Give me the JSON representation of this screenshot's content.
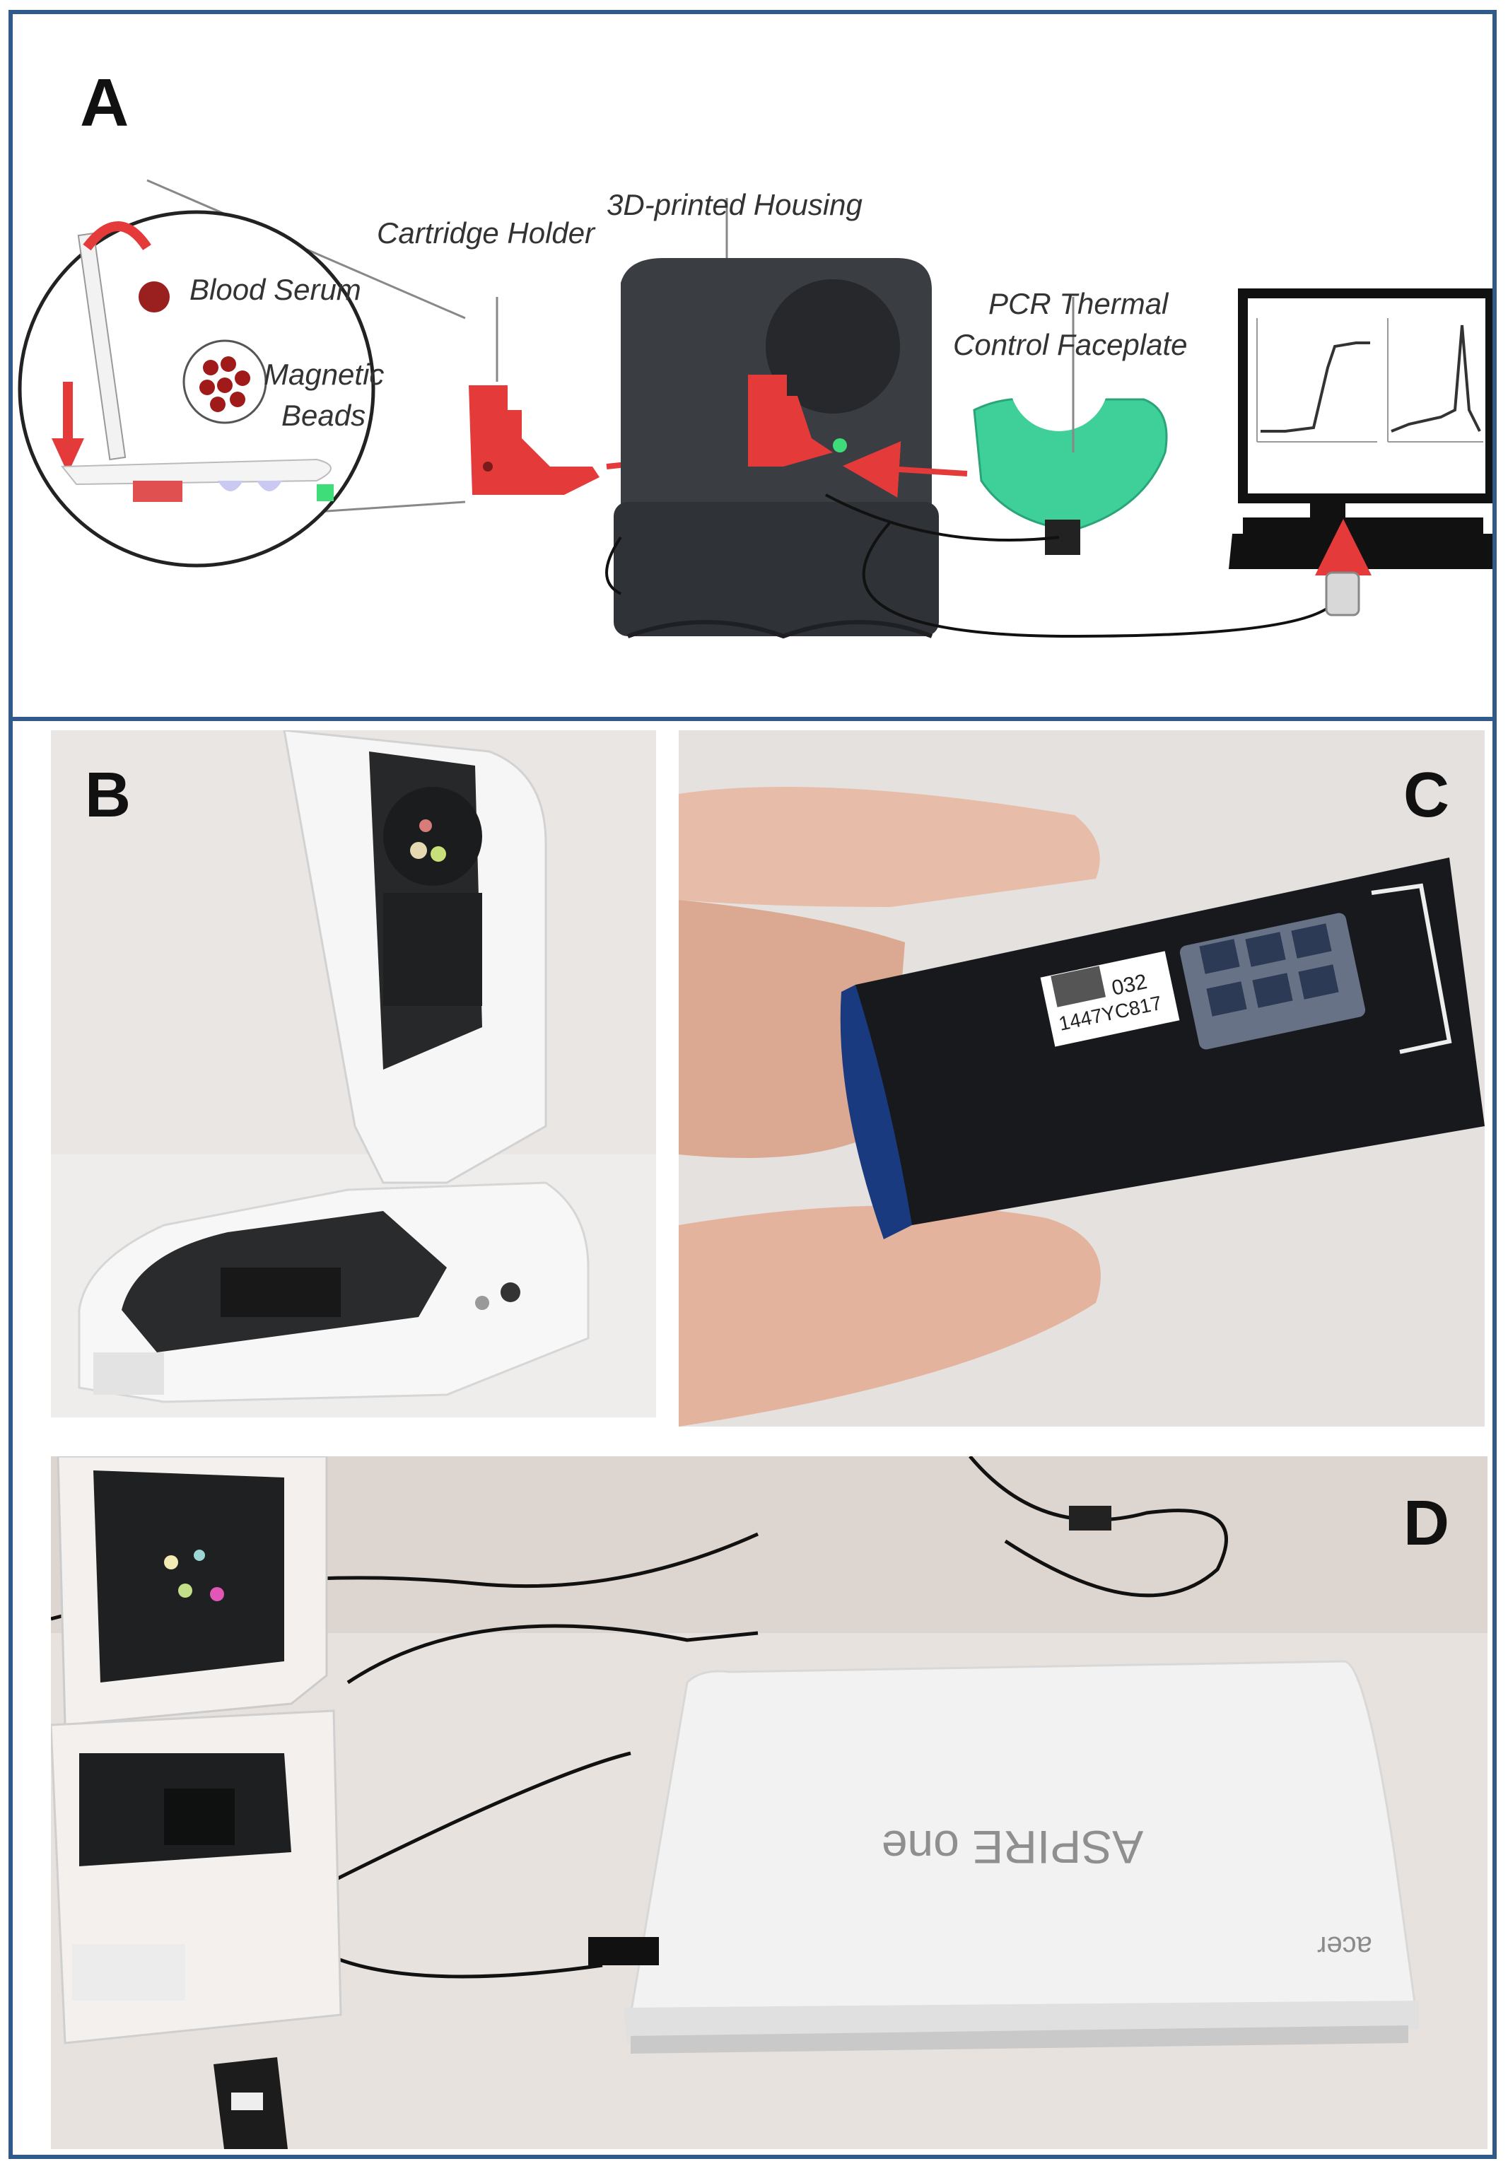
{
  "panel_a": {
    "letter": "A",
    "labels": {
      "cartridge_holder": "Cartridge Holder",
      "housing": "3D-printed Housing",
      "blood_serum": "Blood Serum",
      "magnetic_beads_line1": "Magnetic",
      "magnetic_beads_line2": "Beads",
      "faceplate_line1": "PCR Thermal",
      "faceplate_line2": "Control Faceplate"
    },
    "colors": {
      "accent_red": "#e53a3a",
      "faceplate_green": "#3fcf99",
      "housing": "#3a3d42"
    }
  },
  "panel_b": {
    "letter": "B"
  },
  "panel_c": {
    "letter": "C",
    "cartridge_label_line1": "032",
    "cartridge_label_line2": "1447YC817"
  },
  "panel_d": {
    "letter": "D",
    "laptop_lid_text": "ASPIRE one",
    "laptop_brand": "acer"
  },
  "colors": {
    "border": "#2f5a8a"
  }
}
